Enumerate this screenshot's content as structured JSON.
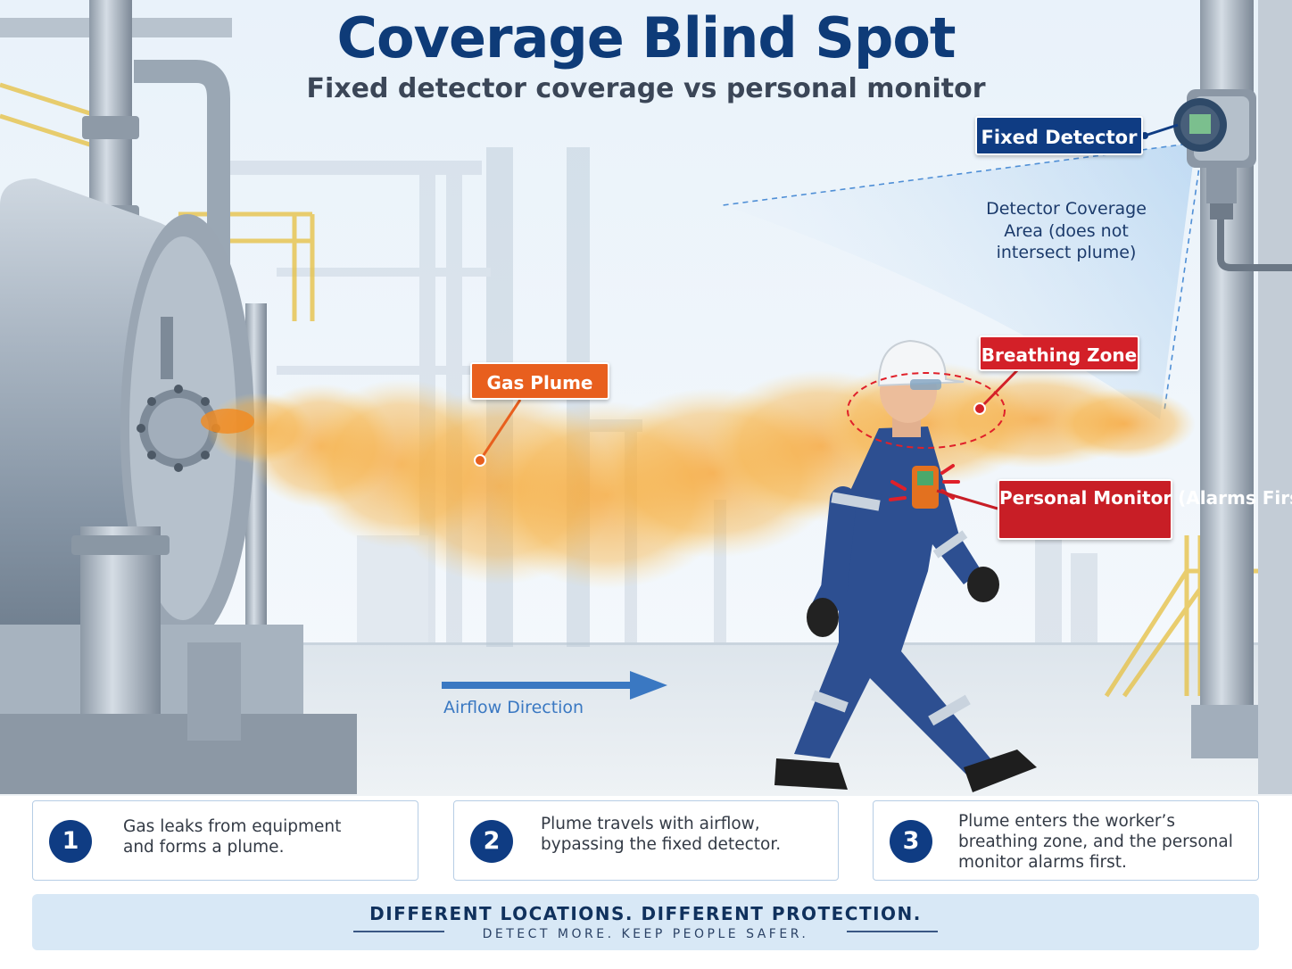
{
  "header": {
    "title": "Coverage Blind Spot",
    "subtitle": "Fixed detector coverage vs personal monitor"
  },
  "labels": {
    "fixed_detector": "Fixed Detector",
    "coverage_area": "Detector Coverage Area (does not intersect plume)",
    "gas_plume": "Gas Plume",
    "breathing_zone": "Breathing Zone",
    "personal_monitor": "Personal Monitor (Alarms First)",
    "airflow": "Airflow Direction"
  },
  "steps": [
    {
      "number": "1",
      "text": "Gas leaks from equipment and forms a plume."
    },
    {
      "number": "2",
      "text": "Plume travels with airflow, bypassing the fixed detector."
    },
    {
      "number": "3",
      "text": "Plume enters the worker’s breathing zone, and the personal monitor alarms first."
    }
  ],
  "banner": {
    "headline": "DIFFERENT LOCATIONS. DIFFERENT PROTECTION.",
    "tagline": "DETECT MORE. KEEP PEOPLE SAFER."
  },
  "colors": {
    "navy": "#0f3c83",
    "plume_orange": "#f39a2a",
    "alert_red": "#d32028",
    "label_orange": "#e85f1e",
    "airflow_blue": "#3a78c2"
  }
}
